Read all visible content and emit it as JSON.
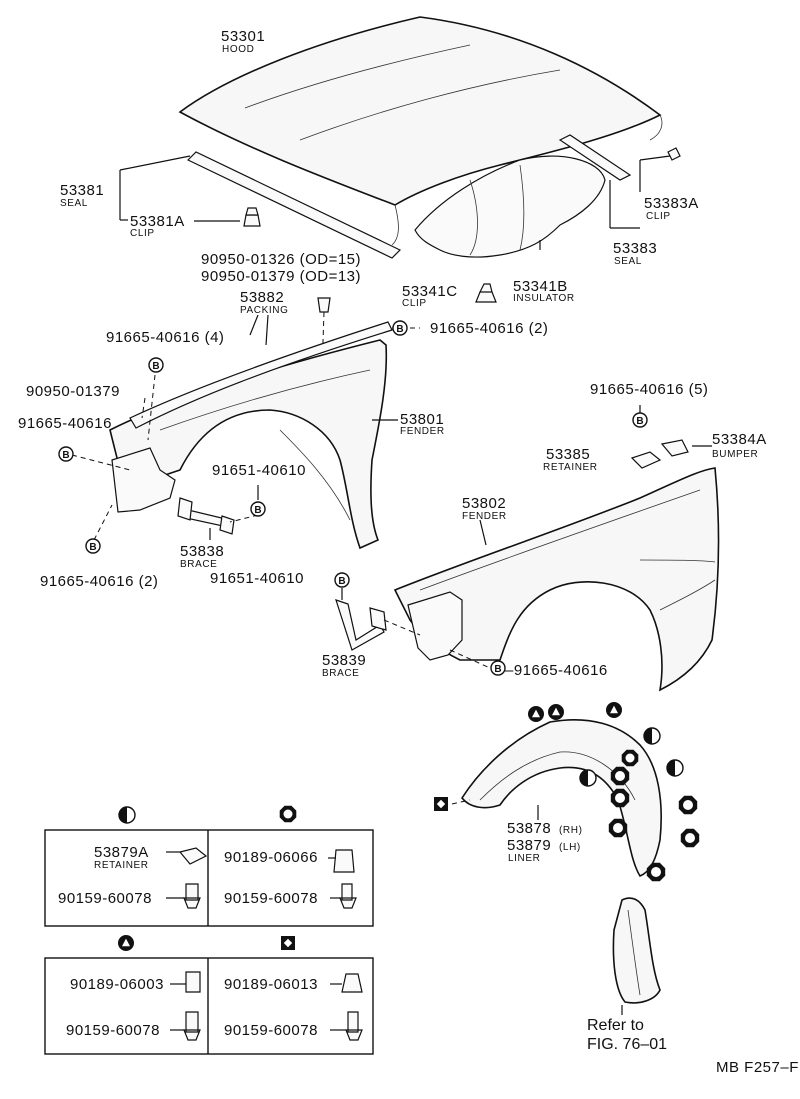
{
  "labels": {
    "hood_pn": "53301",
    "hood_nm": "HOOD",
    "seal_pn": "53381",
    "seal_nm": "SEAL",
    "clip_a_pn": "53381A",
    "clip_a_nm": "CLIP",
    "clip_b_pn": "53383A",
    "clip_b_nm": "CLIP",
    "seal2_pn": "53383",
    "seal2_nm": "SEAL",
    "clip_c_pn": "53341C",
    "clip_c_nm": "CLIP",
    "insulator_pn": "53341B",
    "insulator_nm": "INSULATOR",
    "od15": "90950-01326 (OD=15)",
    "od13": "90950-01379 (OD=13)",
    "packing_pn": "53882",
    "packing_nm": "PACKING",
    "bolt4": "91665-40616 (4)",
    "bolt2_top": "91665-40616 (2)",
    "plug": "90950-01379",
    "bolt_left": "91665-40616",
    "fender_l_pn": "53801",
    "fender_l_nm": "FENDER",
    "brace_bolt1": "91651-40610",
    "brace_l_pn": "53838",
    "brace_l_nm": "BRACE",
    "bolt2_low": "91665-40616 (2)",
    "bolt5": "91665-40616 (5)",
    "retainer_pn": "53385",
    "retainer_nm": "RETAINER",
    "bumper_pn": "53384A",
    "bumper_nm": "BUMPER",
    "fender_r_pn": "53802",
    "fender_r_nm": "FENDER",
    "brace_bolt2": "91651-40610",
    "brace_r_pn": "53839",
    "brace_r_nm": "BRACE",
    "bolt_right": "–91665-40616",
    "liner_rh_pn": "53878",
    "liner_rh_sfx": "(RH)",
    "liner_lh_pn": "53879",
    "liner_lh_sfx": "(LH)",
    "liner_nm": "LINER",
    "refer1": "Refer to",
    "refer2": "FIG. 76–01",
    "code": "MB F257–F"
  },
  "marker_letter": "B",
  "legend": {
    "half_circle": {
      "a_pn": "53879A",
      "a_nm": "RETAINER",
      "b_pn": "90159-60078"
    },
    "octagon": {
      "a_pn": "90189-06066",
      "b_pn": "90159-60078"
    },
    "triangle": {
      "a_pn": "90189-06003",
      "b_pn": "90159-60078"
    },
    "diamond": {
      "a_pn": "90189-06013",
      "b_pn": "90159-60078"
    }
  }
}
